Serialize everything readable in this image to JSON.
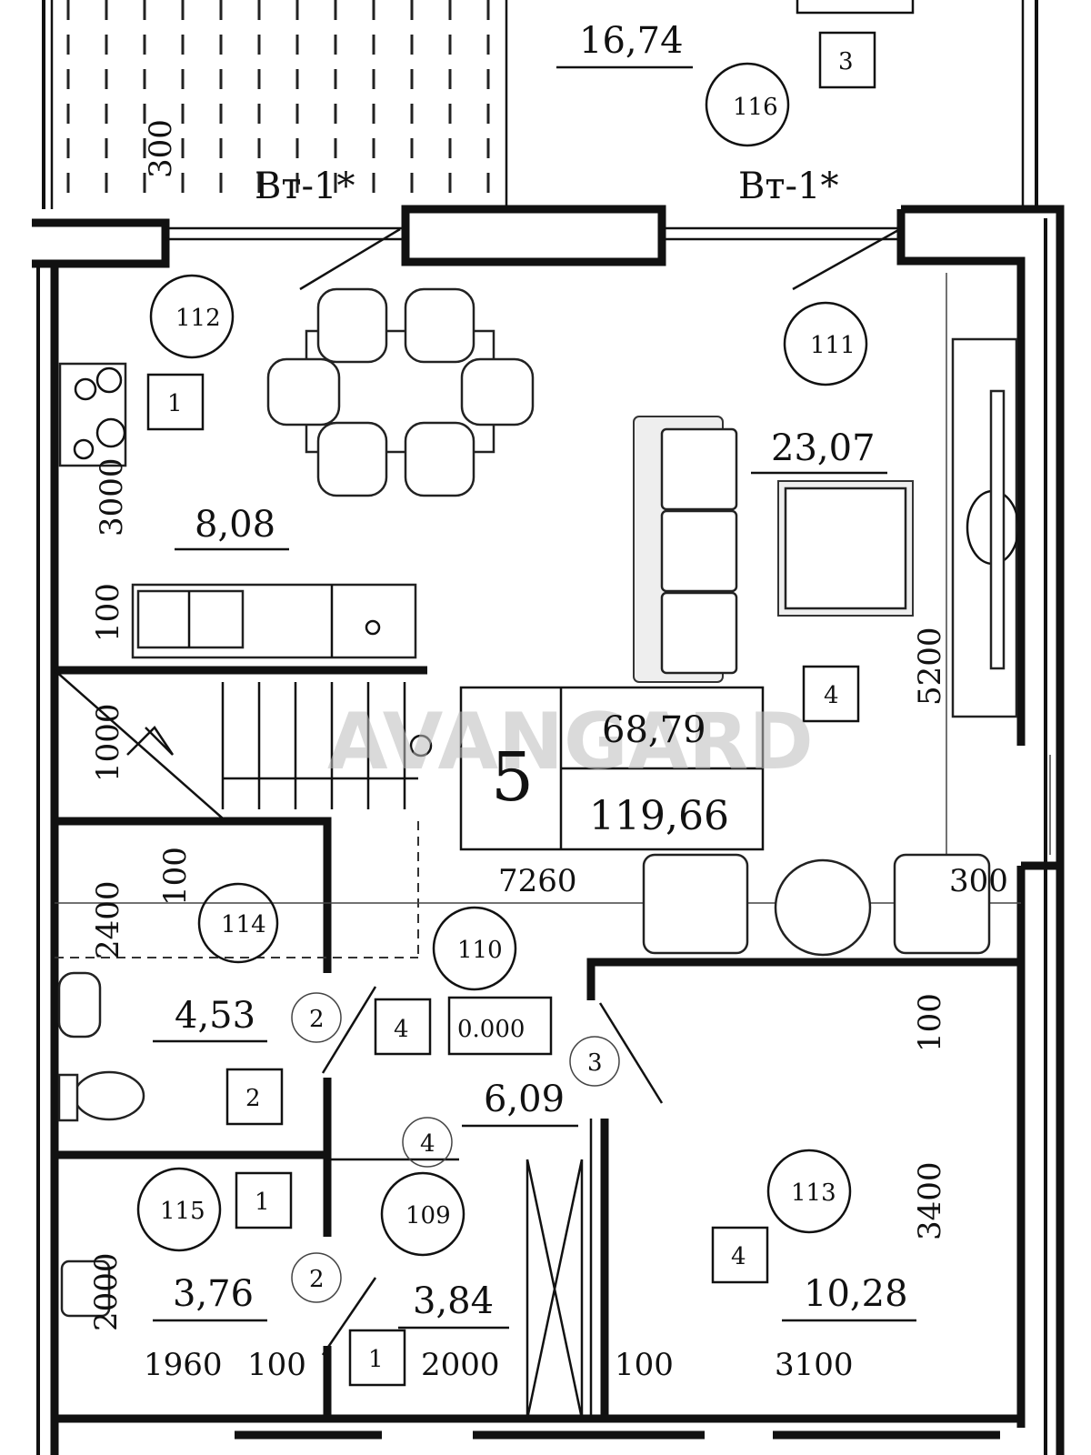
{
  "watermark": "AVANGARD",
  "balcony": {
    "label_left": "Вт-1*",
    "label_right": "Вт-1*",
    "area": "16,74",
    "room": "116",
    "tag": "3"
  },
  "rooms": {
    "r112": {
      "num": "112",
      "area": "8,08",
      "tag": "1"
    },
    "r111": {
      "num": "111",
      "area": "23,07",
      "tag": "4"
    },
    "r114": {
      "num": "114"
    },
    "r110": {
      "num": "110",
      "level": "0.000",
      "tag": "4"
    },
    "r113": {
      "num": "113",
      "area": "10,28",
      "tag": "4"
    },
    "r115": {
      "num": "115",
      "area": "3,76",
      "tag": "1"
    },
    "r109": {
      "num": "109",
      "area": "3,84",
      "tag": "1"
    },
    "wc": {
      "area": "4,53",
      "tag": "2"
    },
    "hall": {
      "area": "6,09"
    }
  },
  "apartment": {
    "number": "5",
    "living_area": "68,79",
    "total_area": "119,66"
  },
  "dims": {
    "d3000v": "3000",
    "d100a": "100",
    "d1000": "1000",
    "d2400": "2400",
    "d100b": "100",
    "d2000v": "2000",
    "d300a": "300",
    "d5200": "5200",
    "d7260": "7260",
    "d300b": "300",
    "d100c": "100",
    "d3400": "3400",
    "d1960": "1960",
    "d100d": "100",
    "d2000h": "2000",
    "d100e": "100",
    "d3100": "3100"
  },
  "circles": {
    "c2a": "2",
    "c3": "3",
    "c4": "4",
    "c2b": "2"
  }
}
